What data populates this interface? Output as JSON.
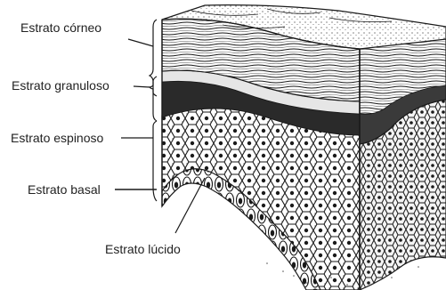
{
  "labels": {
    "stratum_corneum": "Estrato córneo",
    "stratum_granulosum": "Estrato granuloso",
    "stratum_spinosum": "Estrato espinoso",
    "stratum_basale": "Estrato basal",
    "stratum_lucidum": "Estrato lúcido"
  },
  "colors": {
    "ink": "#1a1a1a",
    "paper": "#ffffff",
    "granular_band": "#2a2a2a"
  }
}
